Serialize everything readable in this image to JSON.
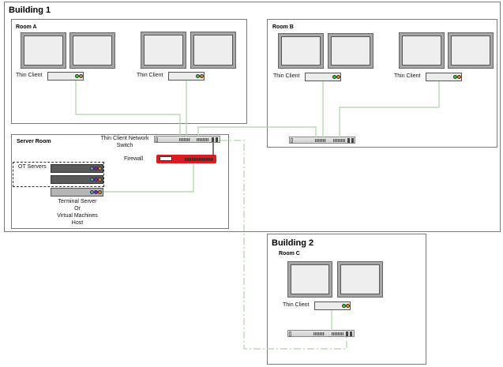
{
  "diagram": {
    "building1": {
      "title": "Building 1",
      "room_a": {
        "title": "Room A",
        "workstations": [
          {
            "thin_client_label": "Thin Client"
          },
          {
            "thin_client_label": "Thin Client"
          }
        ]
      },
      "room_b": {
        "title": "Room B",
        "workstations": [
          {
            "thin_client_label": "Thin Client"
          },
          {
            "thin_client_label": "Thin Client"
          }
        ]
      },
      "server_room": {
        "title": "Server Room",
        "switch_label": "Thin Client Network\nSwitch",
        "switch_label_line1": "Thin Client Network",
        "switch_label_line2": "Switch",
        "firewall_label": "Firewall",
        "ot_servers_label": "OT Servers",
        "terminal_server_lines": [
          "Terminal Server",
          "Or",
          "Virtual Machines",
          "Host"
        ]
      }
    },
    "building2": {
      "title": "Building 2",
      "room_c": {
        "title": "Room C",
        "workstations": [
          {
            "thin_client_label": "Thin Client"
          }
        ]
      }
    },
    "colors": {
      "border": "#7a7a7a",
      "link_green": "#a8d8a0",
      "link_dashdot": "#a8d8a0",
      "firewall_red": "#d81e1e",
      "led_green": "#2fcf2f",
      "led_orange": "#f08a00",
      "led_blue": "#5aa0d8",
      "led_purple": "#8a20c8"
    }
  }
}
